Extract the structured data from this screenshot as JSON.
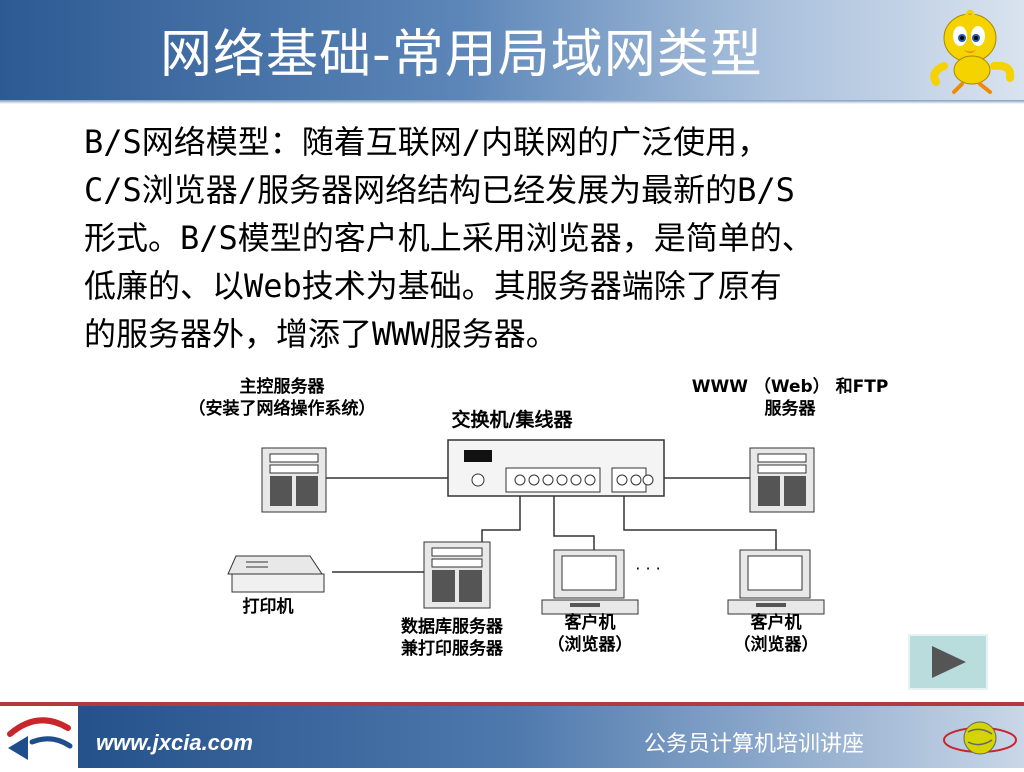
{
  "slide": {
    "title": "网络基础-常用局域网类型",
    "paragraph_lines": [
      "B/S网络模型：随着互联网/内联网的广泛使用，",
      "C/S浏览器/服务器网络结构已经发展为最新的B/S",
      "形式。B/S模型的客户机上采用浏览器，是简单的、",
      "低廉的、以Web技术为基础。其服务器端除了原有",
      "的服务器外，增添了WWW服务器。"
    ]
  },
  "diagram": {
    "main_server_label_1": "主控服务器",
    "main_server_label_2": "（安装了网络操作系统）",
    "switch_label": "交换机/集线器",
    "web_server_label_1": "WWW （Web） 和FTP",
    "web_server_label_2": "服务器",
    "printer_label": "打印机",
    "db_server_label_1": "数据库服务器",
    "db_server_label_2": "兼打印服务器",
    "client1_label_1": "客户机",
    "client1_label_2": "（浏览器）",
    "client2_label_1": "客户机",
    "client2_label_2": "（浏览器）",
    "ellipsis": "· · ·"
  },
  "footer": {
    "url": "www.jxcia.com",
    "course_name": "公务员计算机培训讲座"
  },
  "icons": {
    "next": "play-icon",
    "mascot": "tweety-bird-icon",
    "logo": "jxcia-logo-icon",
    "globe": "globe-orbit-icon"
  },
  "colors": {
    "header_blue": "#2d5a93",
    "footer_blue": "#1e4a85",
    "accent_red": "#b33a3a",
    "play_button_bg": "#b9dcdc"
  }
}
